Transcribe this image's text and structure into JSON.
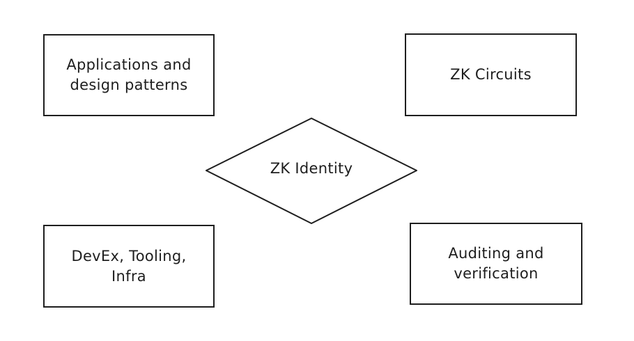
{
  "diagram": {
    "center": {
      "label": "ZK Identity",
      "shape": "diamond"
    },
    "nodes": [
      {
        "id": "top-left",
        "label": "Applications and\ndesign patterns",
        "shape": "rectangle"
      },
      {
        "id": "top-right",
        "label": "ZK Circuits",
        "shape": "rectangle"
      },
      {
        "id": "bottom-left",
        "label": "DevEx, Tooling,\nInfra",
        "shape": "rectangle"
      },
      {
        "id": "bottom-right",
        "label": "Auditing and\nverification",
        "shape": "rectangle"
      }
    ],
    "colors": {
      "stroke": "#1e1e1e",
      "background": "#ffffff",
      "text": "#1e1e1e"
    }
  }
}
